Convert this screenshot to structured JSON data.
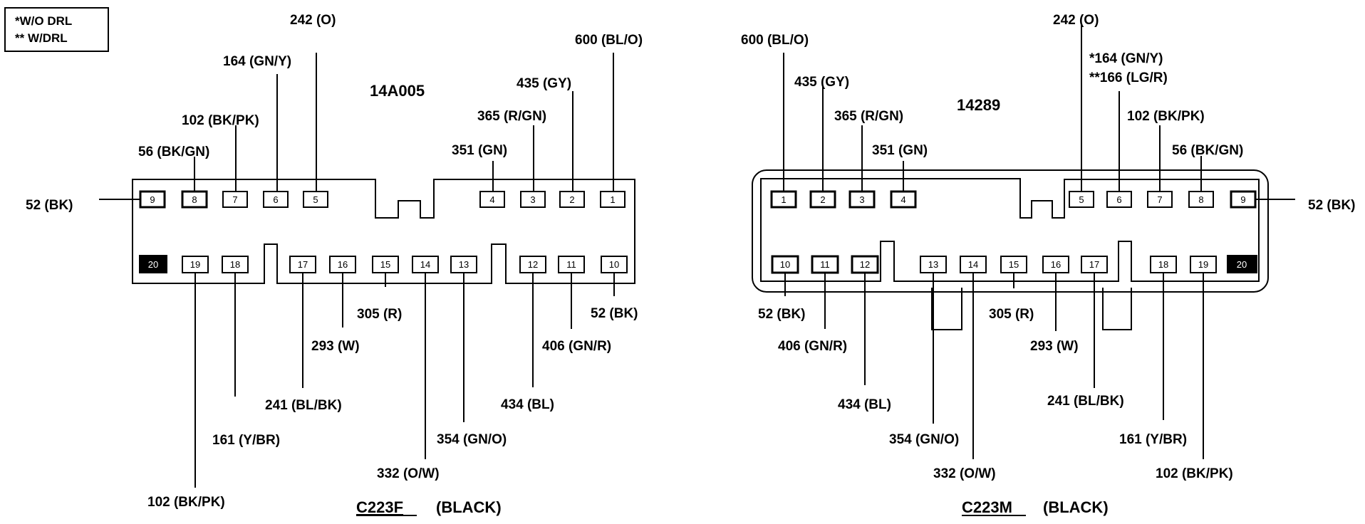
{
  "legend": {
    "line1": "*W/O DRL",
    "line2": "** W/DRL"
  },
  "connectors": [
    {
      "title": "C223F",
      "subtitle": "(BLACK)",
      "part_number": "14A005",
      "wires": {
        "1": "600 (BL/O)",
        "2": "435 (GY)",
        "3": "365 (R/GN)",
        "4": "351 (GN)",
        "5": "242 (O)",
        "6": "164 (GN/Y)",
        "7": "102 (BK/PK)",
        "8": "56 (BK/GN)",
        "9": "52 (BK)",
        "10": "52 (BK)",
        "11": "406 (GN/R)",
        "12": "434 (BL)",
        "13": "354 (GN/O)",
        "14": "332 (O/W)",
        "15": "305 (R)",
        "16": "293 (W)",
        "17": "241  (BL/BK)",
        "18": "161 (Y/BR)",
        "19": "102 (BK/PK)"
      }
    },
    {
      "title": "C223M",
      "subtitle": "(BLACK)",
      "part_number": "14289",
      "wires": {
        "1": "600 (BL/O)",
        "2": "435 (GY)",
        "3": "365 (R/GN)",
        "4": "351 (GN)",
        "5": "242 (O)",
        "6a": "*164 (GN/Y)",
        "6b": "**166 (LG/R)",
        "7": "102 (BK/PK)",
        "8": "56 (BK/GN)",
        "9": "52 (BK)",
        "10": "52 (BK)",
        "11": "406 (GN/R)",
        "12": "434 (BL)",
        "13": "354 (GN/O)",
        "14": "332 (O/W)",
        "15": "305 (R)",
        "16": "293 (W)",
        "17": "241  (BL/BK)",
        "18": "161 (Y/BR)",
        "19": "102 (BK/PK)"
      }
    }
  ],
  "pin_numbers": [
    "1",
    "2",
    "3",
    "4",
    "5",
    "6",
    "7",
    "8",
    "9",
    "10",
    "11",
    "12",
    "13",
    "14",
    "15",
    "16",
    "17",
    "18",
    "19",
    "20"
  ]
}
